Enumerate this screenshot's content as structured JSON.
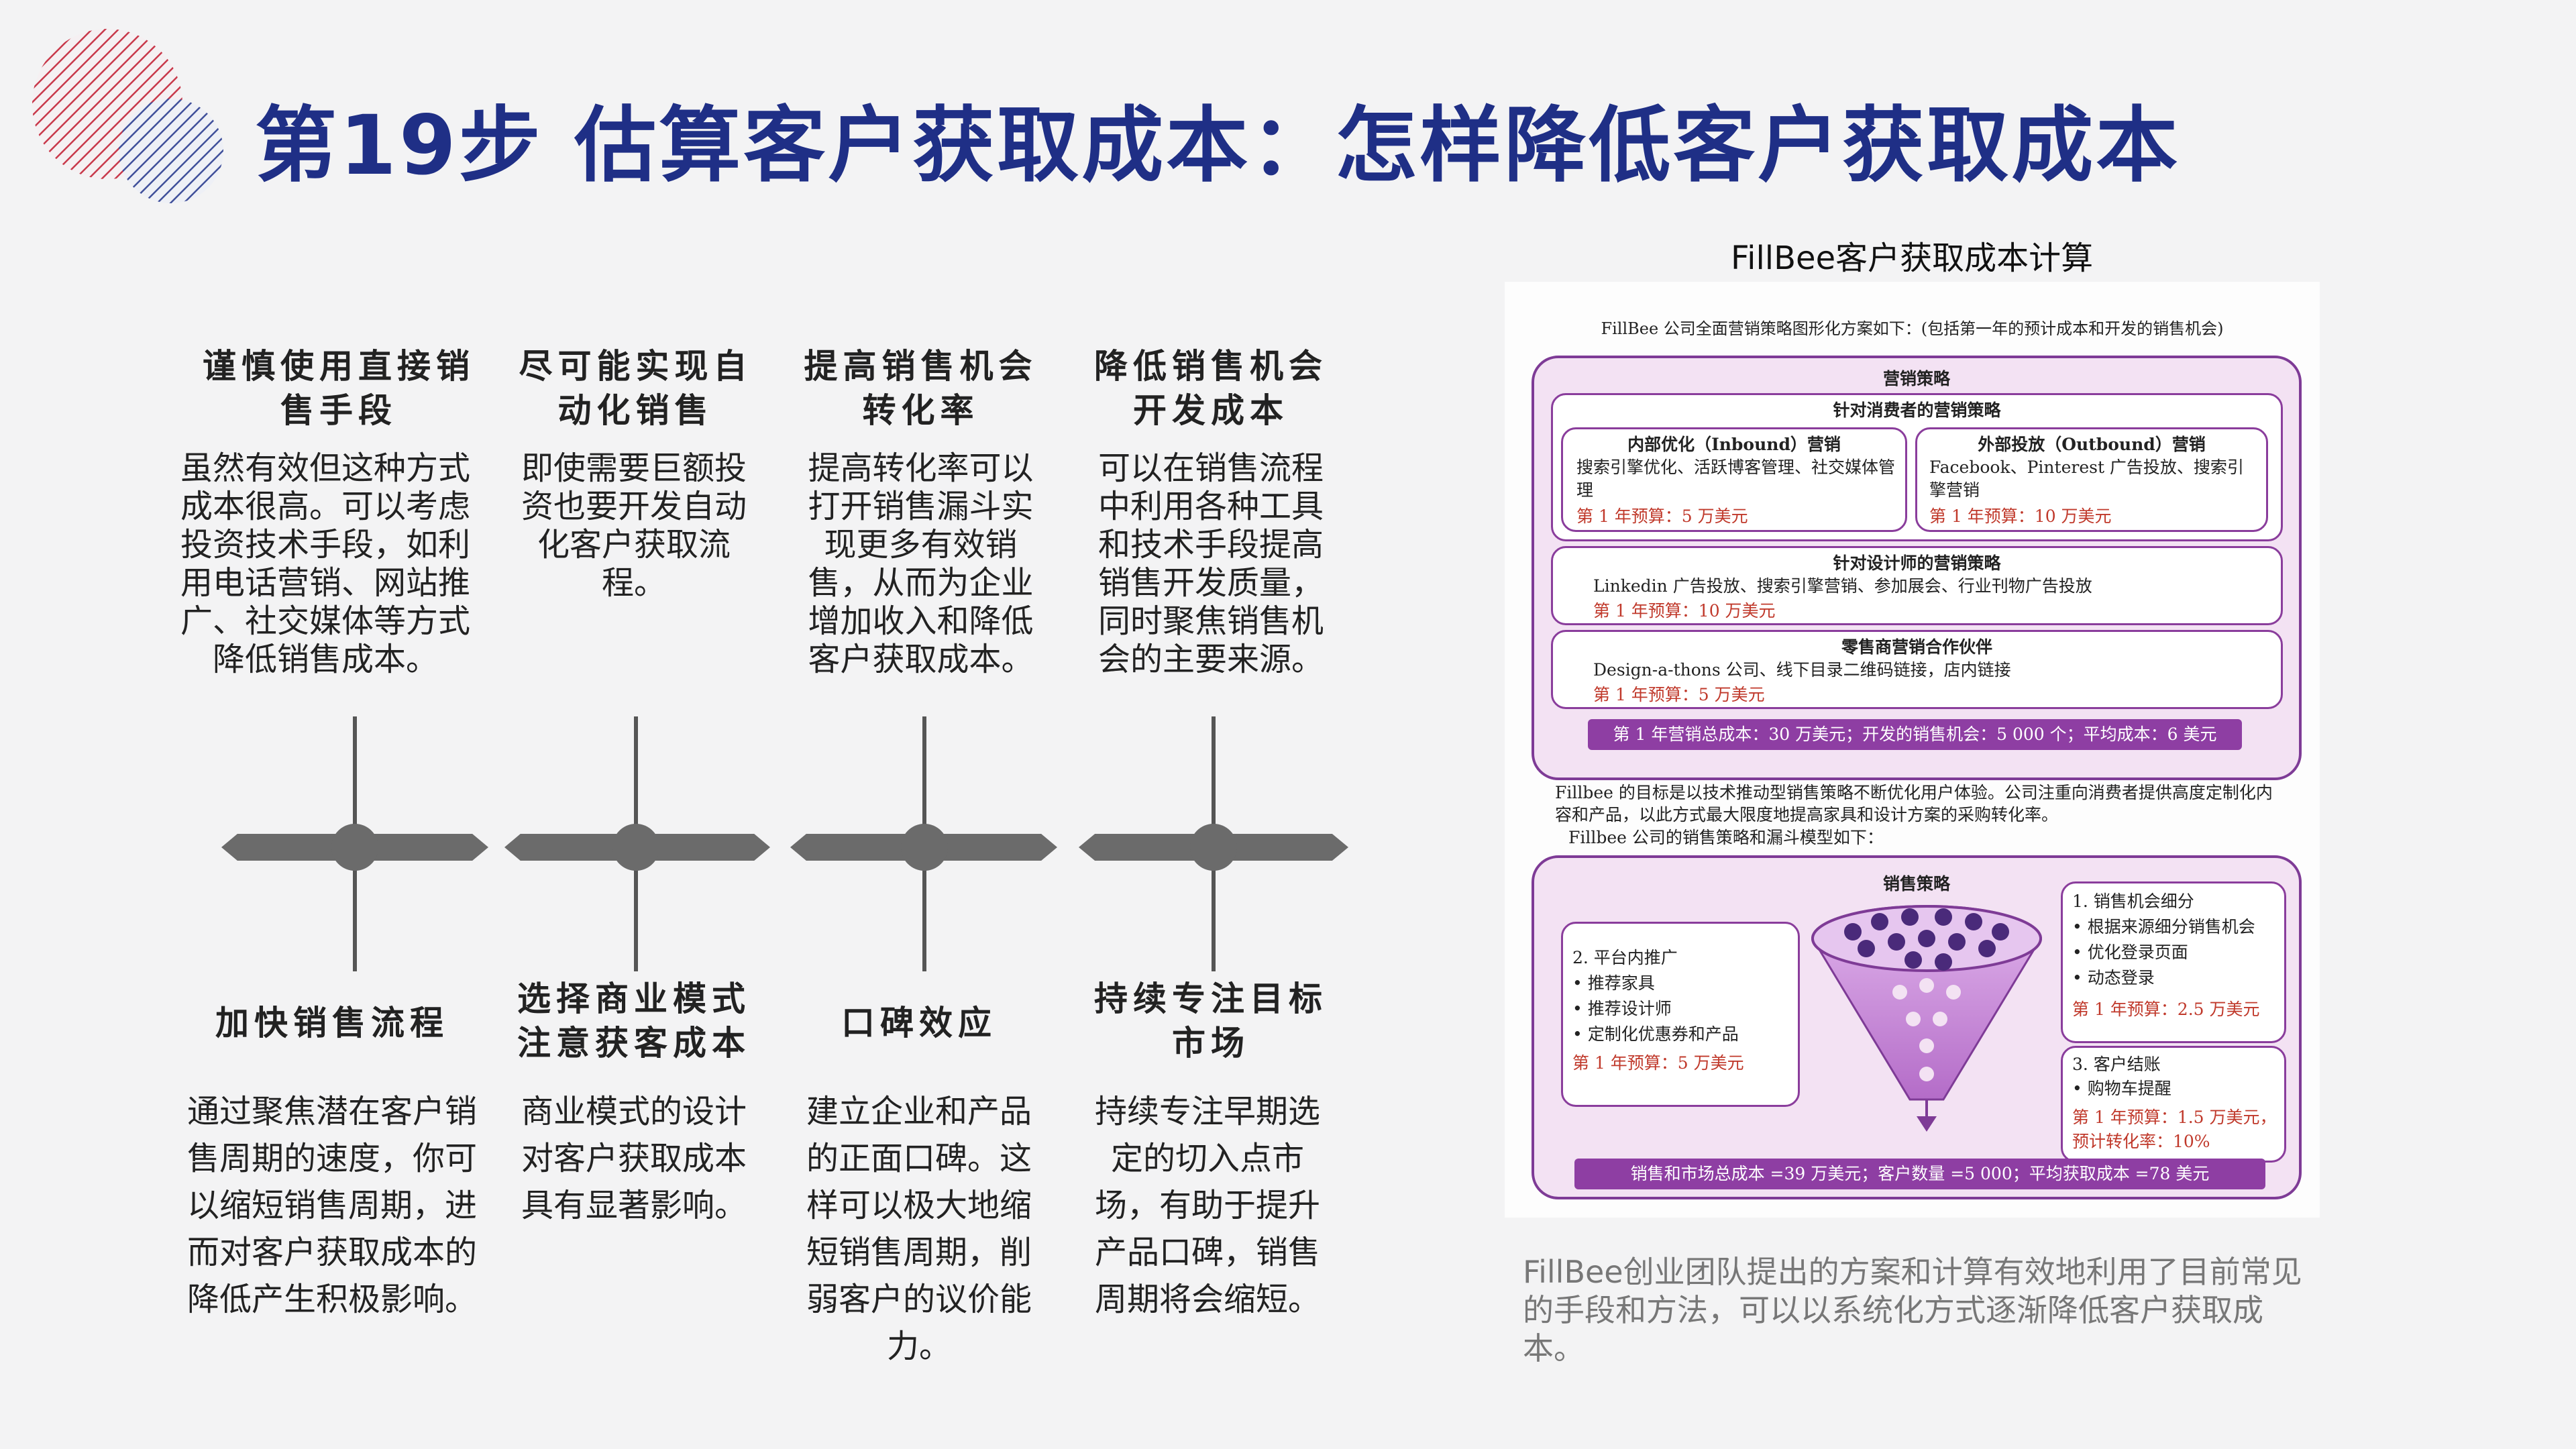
{
  "title": "第19步 估算客户获取成本：怎样降低客户获取成本",
  "steps_top": [
    {
      "title": "谨慎使用直接销售手段",
      "body": "虽然有效但这种方式成本很高。可以考虑投资技术手段，如利用电话营销、网站推广、社交媒体等方式降低销售成本。"
    },
    {
      "title": "尽可能实现自动化销售",
      "body": "即使需要巨额投资也要开发自动化客户获取流程。"
    },
    {
      "title": "提高销售机会转化率",
      "body": "提高转化率可以打开销售漏斗实现更多有效销售，从而为企业增加收入和降低客户获取成本。"
    },
    {
      "title": "降低销售机会开发成本",
      "body": "可以在销售流程中利用各种工具和技术手段提高销售开发质量，同时聚焦销售机会的主要来源。"
    }
  ],
  "steps_bottom": [
    {
      "title": "加快销售流程",
      "body": "通过聚焦潜在客户销售周期的速度，你可以缩短销售周期，进而对客户获取成本的降低产生积极影响。"
    },
    {
      "title": "选择商业模式注意获客成本",
      "body": "商业模式的设计对客户获取成本具有显著影响。"
    },
    {
      "title": "口碑效应",
      "body": "建立企业和产品的正面口碑。这样可以极大地缩短销售周期，削弱客户的议价能力。"
    },
    {
      "title": "持续专注目标市场",
      "body": "持续专注早期选定的切入点市场，有助于提升产品口碑，销售周期将会缩短。"
    }
  ],
  "figure": {
    "caption": "FillBee客户获取成本计算",
    "header": "FillBee 公司全面营销策略图形化方案如下：(包括第一年的预计成本和开发的销售机会)",
    "strategy_title": "营销策略",
    "consumer_title": "针对消费者的营销策略",
    "inbound": {
      "title": "内部优化（Inbound）营销",
      "text": "搜索引擎优化、活跃博客管理、社交媒体管理",
      "budget": "第 1 年预算：5 万美元"
    },
    "outbound": {
      "title": "外部投放（Outbound）营销",
      "text": "Facebook、Pinterest 广告投放、搜索引擎营销",
      "budget": "第 1 年预算：10 万美元"
    },
    "designer": {
      "title": "针对设计师的营销策略",
      "text": "Linkedin 广告投放、搜索引擎营销、参加展会、行业刊物广告投放",
      "budget": "第 1 年预算：10 万美元"
    },
    "retail": {
      "title": "零售商营销合作伙伴",
      "text": "Design-a-thons 公司、线下目录二维码链接，店内链接",
      "budget": "第 1 年预算：5 万美元"
    },
    "total1": "第 1 年营销总成本：30 万美元；开发的销售机会：5 000 个；平均成本：6 美元",
    "paragraph": "Fillbee 的目标是以技术推动型销售策略不断优化用户体验。公司注重向消费者提供高度定制化内容和产品，以此方式最大限度地提高家具和设计方案的采购转化率。",
    "paragraph2": "Fillbee 公司的销售策略和漏斗模型如下：",
    "funnel_title": "销售策略",
    "segment": {
      "title": "1. 销售机会细分",
      "items": [
        "• 根据来源细分销售机会",
        "• 优化登录页面",
        "• 动态登录"
      ],
      "budget": "第 1 年预算：2.5 万美元"
    },
    "promo": {
      "title": "2. 平台内推广",
      "items": [
        "• 推荐家具",
        "• 推荐设计师",
        "• 定制化优惠券和产品"
      ],
      "budget": "第 1 年预算：5 万美元"
    },
    "close": {
      "title": "3. 客户结账",
      "items": [
        "• 购物车提醒"
      ],
      "budget": "第 1 年预算：1.5 万美元，",
      "budget2": "预计转化率：10%"
    },
    "total2": "销售和市场总成本 =39 万美元；客户数量 =5 000；平均获取成本 =78 美元"
  },
  "note": "FillBee创业团队提出的方案和计算有效地利用了目前常见的手段和方法，可以以系统化方式逐渐降低客户获取成本。",
  "colors": {
    "title": "#1f2f86",
    "accent_red": "#c0392b",
    "purple": "#8e3ea3",
    "timeline": "#6b6b6b"
  }
}
